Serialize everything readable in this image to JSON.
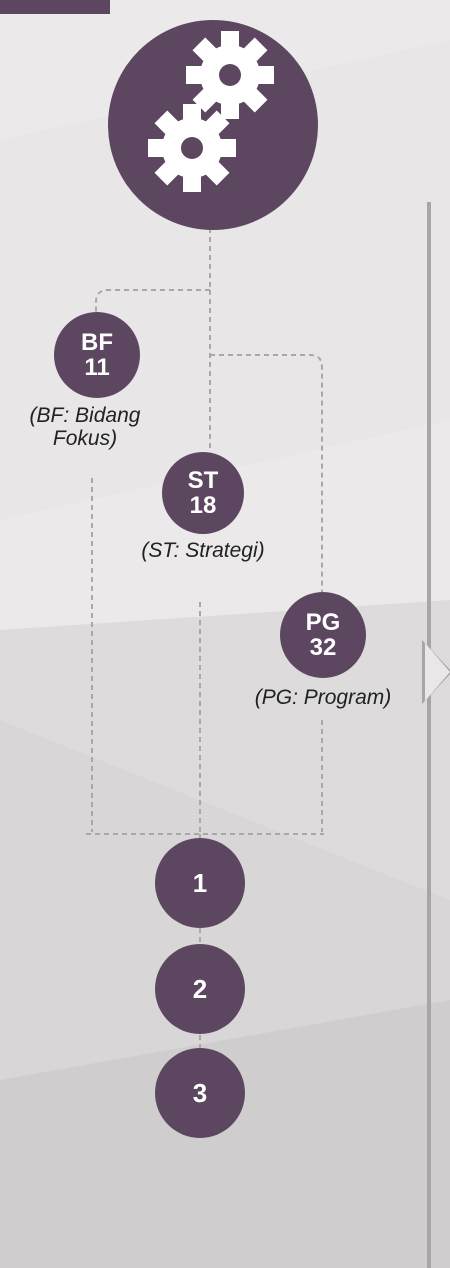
{
  "header_icon": "gears-icon",
  "colors": {
    "node": "#5d4760",
    "line": "#a8a6a6",
    "background": "#eceaea"
  },
  "categories": [
    {
      "code": "BF",
      "count": "11",
      "caption_line1": "(BF: Bidang",
      "caption_line2": "Fokus)"
    },
    {
      "code": "ST",
      "count": "18",
      "caption": "(ST: Strategi)"
    },
    {
      "code": "PG",
      "count": "32",
      "caption": "(PG: Program)"
    }
  ],
  "steps": [
    "1",
    "2",
    "3"
  ],
  "side_arrow_icon": "arrow-right-icon"
}
